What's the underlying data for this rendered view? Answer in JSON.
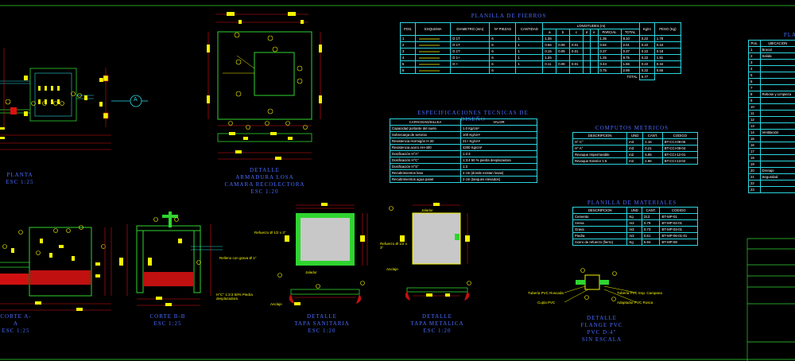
{
  "drawing_titles": {
    "planta": [
      "PLANTA",
      "ESC 1:25"
    ],
    "armadura": [
      "DETALLE",
      "ARMADURA LOSA",
      "CAMARA RECOLECTORA",
      "ESC 1:20"
    ],
    "corte_a": [
      "CORTE A-A",
      "ESC 1:25"
    ],
    "corte_b": [
      "CORTE B-B",
      "ESC 1:25"
    ],
    "tapa_sanitaria": [
      "DETALLE",
      "TAPA SANITARIA",
      "ESC 1:20"
    ],
    "tapa_metalica": [
      "DETALLE",
      "TAPA METALICA",
      "ESC 1:20"
    ],
    "flange": [
      "DETALLE",
      "FLANGE PVC",
      "PVC D:4\"",
      "SIN ESCALA"
    ]
  },
  "section_marker": "A",
  "planilla_fierros": {
    "title": "PLANILLA DE FIERROS",
    "headers": [
      "POS.",
      "ESQUEMA",
      "DIAMETRO (mm)",
      "Nº PIEZAS",
      "CANTIDAD",
      "LONGITUDES (m)",
      "Kg/m",
      "PESO (Kg)"
    ],
    "sub_headers": [
      "a",
      "b",
      "c",
      "d",
      "e",
      "PARCIAL",
      "TOTAL"
    ],
    "rows": [
      [
        "1",
        "D 1T",
        "6",
        "1",
        "1.35",
        "",
        "",
        "",
        "",
        "1.35",
        "8.10",
        "0.22",
        "1.78"
      ],
      [
        "2",
        "D 1T",
        "6",
        "1",
        "0.66",
        "0.09",
        "0.01",
        "",
        "",
        "0.82",
        "2.01",
        "0.22",
        "0.44"
      ],
      [
        "3",
        "D 1T",
        "6",
        "1",
        "0.15",
        "0.09",
        "0.01",
        "",
        "",
        "0.37",
        "0.37",
        "0.22",
        "0.18"
      ],
      [
        "4",
        "D 1+",
        "6",
        "1",
        "1.25",
        "",
        "",
        "",
        "",
        "1.25",
        "8.75",
        "0.22",
        "1.91"
      ],
      [
        "5",
        "D +",
        "6",
        "1",
        "0.11",
        "0.09",
        "0.01",
        "",
        "",
        "0.43",
        "1.56",
        "0.22",
        "0.34"
      ],
      [
        "6",
        "",
        "6",
        "",
        "",
        "",
        "",
        "",
        "",
        "0.75",
        "2.99",
        "0.22",
        "0.66"
      ]
    ],
    "total_label": "TOTAL",
    "total_value": "5.77"
  },
  "especificaciones": {
    "title": "ESPECIFICACIONES TECNICAS DE DISEÑO",
    "headers": [
      "CAPACIDAD/SILLEA",
      "VALOR"
    ],
    "rows": [
      [
        "Capacidad portante del suelo",
        "1.0 Kg/cm²"
      ],
      [
        "Sobrecarga de servicio",
        "100 Kg/cm²"
      ],
      [
        "Resistencia Hormigón H-20",
        "21+ Kg/cm²"
      ],
      [
        "Resistencia acero AH-400",
        "4200 Kg/cm²"
      ],
      [
        "Dosificación H°A°",
        "1:2:3"
      ],
      [
        "Dosificación H°C°",
        "1:3:4 50 % piedra desplazadora"
      ],
      [
        "Dosificación H°S°",
        "1:3"
      ],
      [
        "Recubrimientos losa",
        "2 cm (donde existan losas)"
      ],
      [
        "Recubrimientos agua panel",
        "2 cm (tanques elevados)"
      ]
    ]
  },
  "computos": {
    "title": "COMPUTOS METRICOS",
    "headers": [
      "DESCRIPCION",
      "UND",
      "CANT.",
      "CODIGO"
    ],
    "rows": [
      [
        "H° C°",
        "m3",
        "1.16",
        "BT-CCI-09-05"
      ],
      [
        "H° A°",
        "m3",
        "0.21",
        "BT-CCI-09-04"
      ],
      [
        "Revoque Impermeable",
        "m2",
        "5.95",
        "BT-CCI-12-01"
      ],
      [
        "Revoque Exterior 1:5",
        "m2",
        "1.95",
        "BT-CCI-13-02"
      ]
    ]
  },
  "materiales": {
    "title": "PLANILLA DE MATERIALES",
    "headers": [
      "DESCRIPCION",
      "UND",
      "CANT.",
      "CODIGO"
    ],
    "rows": [
      [
        "Cemento",
        "Kg",
        "313",
        "BT-MP-01"
      ],
      [
        "Arena",
        "m3",
        "0.79",
        "BT-MP-02-01"
      ],
      [
        "Grava",
        "m3",
        "0.73",
        "BT-MP-03-01"
      ],
      [
        "Piedra",
        "m3",
        "0.61",
        "BT-MP-05-01-01"
      ],
      [
        "Acero de refuerzo (fierro)",
        "Kg",
        "5.94",
        "BT-MP-08"
      ]
    ]
  },
  "side_panel": {
    "title": "PLA",
    "headers": [
      "Pos.",
      "UBICACION"
    ],
    "rows": [
      [
        "1",
        "Brocal"
      ],
      [
        "2",
        "Salida"
      ],
      [
        "3",
        ""
      ],
      [
        "4",
        ""
      ],
      [
        "5",
        ""
      ],
      [
        "6",
        ""
      ],
      [
        "7",
        ""
      ],
      [
        "8",
        "Rebose y Limpieza"
      ],
      [
        "9",
        ""
      ],
      [
        "10",
        ""
      ],
      [
        "11",
        ""
      ],
      [
        "12",
        ""
      ],
      [
        "13",
        ""
      ],
      [
        "14",
        "Ventilación"
      ],
      [
        "15",
        ""
      ],
      [
        "16",
        ""
      ],
      [
        "17",
        ""
      ],
      [
        "18",
        ""
      ],
      [
        "19",
        ""
      ],
      [
        "20",
        "Drenaje"
      ],
      [
        "21",
        "Seguridad"
      ],
      [
        "22",
        ""
      ],
      [
        "23",
        ""
      ]
    ]
  },
  "annotations": {
    "grava": "Relleno con grava Ø 1\"",
    "hormigon": "H°C° 1:3:3 50% Piedra desplazadora",
    "refuerzo_ts": "Refuerzo Ø 1/2 x 3\"",
    "refuerzo_tm": "Refuerzo Ø 1/2 x 3\"",
    "jalador": "Jalador",
    "anclaje": "Anclaje",
    "tuberia_pvc": "Tubería PVC Roscada",
    "cupla_pvc": "Cupla PVC",
    "tuberia_esp": "Tubería PVC Esp. Campana",
    "adaptador": "Adaptador PVC Rosca"
  },
  "colors": {
    "background": "#000000",
    "cyan": "#2bd6e0",
    "yellow": "#f4f400",
    "red": "#e01010",
    "green": "#2fd42f",
    "blue": "#4a6cff",
    "white": "#ffffff"
  }
}
